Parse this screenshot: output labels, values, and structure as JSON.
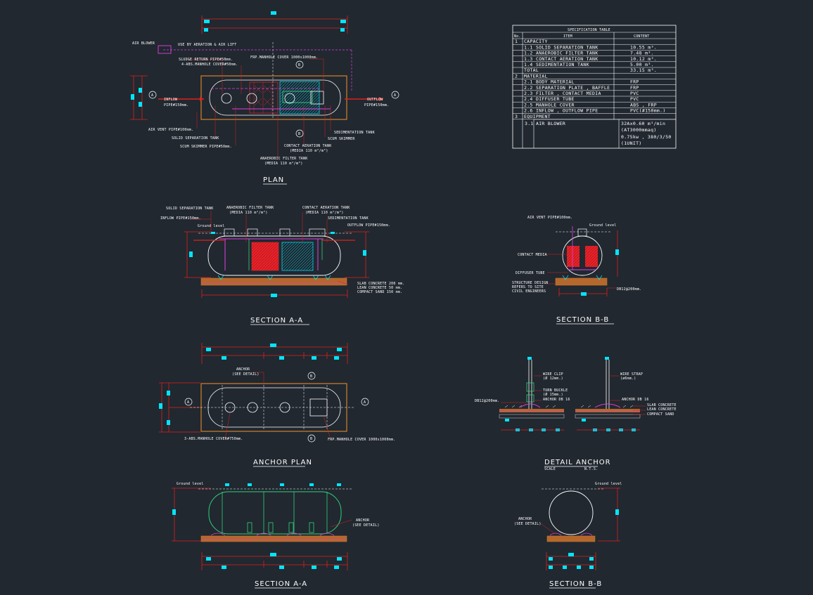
{
  "colors": {
    "background": "#212830",
    "dimension": "#e0201c",
    "cyan": "#00e5ff",
    "tank_outline": "#c77a2a",
    "text": "#ffffff",
    "green": "#2fd17a",
    "magenta": "#e040e0",
    "concrete": "#b5672c",
    "fill_red": "#e8232b"
  },
  "plan": {
    "title": "PLAN",
    "labels": {
      "air_blower": "AIR BLOWER",
      "use_aeration": "USE BY AERATION & AIR LIFT",
      "sludge_return": "SLUDGE RETURN PIPE#50mm.",
      "abs_manhole": "4-ABS.MANHOLE COVER#50mm.",
      "frp_manhole": "FRP.MANHOLE COVER 1000x1000mm.",
      "inflow": "INFLOW",
      "inflow_pipe": "PIPE#150mm.",
      "outflow": "OUTFLOW",
      "outflow_pipe": "PIPE#150mm.",
      "air_vent": "AIR VENT PIPE#100mm.",
      "solid_sep": "SOLID SEPARATION TANK",
      "scum_skimmer_pipe": "SCUM SKIMMER PIPE#50mm.",
      "contact_aeration": "CONTACT AERATION TANK",
      "contact_media": "(MEDIA 110 m²/m³)",
      "sedimentation": "SEDIMENTATION TANK",
      "scum_skimmer": "SCUM SKIMMER",
      "anaerobic": "ANAEROBIC FILTER TANK",
      "anaerobic_media": "(MEDIA 110 m²/m³)",
      "marker_a": "A",
      "marker_b": "B"
    }
  },
  "spec_table": {
    "title": "SPECIFICATION TABLE",
    "headers": [
      "No.",
      "ITEM",
      "CONTENT"
    ],
    "rows": [
      {
        "no": "1",
        "sub": "",
        "item": "CAPACITY",
        "content": ""
      },
      {
        "no": "",
        "sub": "1.1",
        "item": "SOLID SEPARATION TANK",
        "content": "10.55   m³."
      },
      {
        "no": "",
        "sub": "1.2",
        "item": "ANAEROBIC FILTER TANK",
        "content": "7.48   m³."
      },
      {
        "no": "",
        "sub": "1.3",
        "item": "CONTACT AERATION TANK",
        "content": "10.12   m³."
      },
      {
        "no": "",
        "sub": "1.4",
        "item": "SEDIMENTATION TANK",
        "content": "5.00   m³."
      },
      {
        "no": "",
        "sub": "",
        "item": "TOTAL",
        "content": "33.15   m³."
      },
      {
        "no": "2",
        "sub": "",
        "item": "MATERIAL",
        "content": ""
      },
      {
        "no": "",
        "sub": "2.1",
        "item": "BODY MATERIAL",
        "content": "FRP"
      },
      {
        "no": "",
        "sub": "2.2",
        "item": "SEPARATION PLATE , BAFFLE",
        "content": "FRP"
      },
      {
        "no": "",
        "sub": "2.3",
        "item": "FILTER , CONTACT MEDIA",
        "content": "PVC"
      },
      {
        "no": "",
        "sub": "2.4",
        "item": "DIFFUSER TUBE",
        "content": "PVC"
      },
      {
        "no": "",
        "sub": "2.5",
        "item": "MANHOLE COVER",
        "content": "ABS , FRP"
      },
      {
        "no": "",
        "sub": "2.6",
        "item": "INFLOW , OUTFLOW PIPE",
        "content": "PVC(#150mm.)"
      },
      {
        "no": "3",
        "sub": "",
        "item": "EQUIPMENT",
        "content": ""
      }
    ],
    "equipment": {
      "sub": "3.1",
      "item": "AIR BLOWER",
      "lines": [
        "32Ax0.60 m³/min",
        "(AT3000mmaq)",
        "0.75kw , 380/3/50",
        "(1UNIT)"
      ]
    }
  },
  "section_aa": {
    "title": "SECTION  A-A",
    "labels": {
      "solid_sep": "SOLID SEPARATION TANK",
      "anaerobic": "ANAEROBIC FILTER TANK",
      "anaerobic_media": "(MEDIA 110 m²/m³)",
      "contact_aeration": "CONTACT AERATION TANK",
      "contact_media": "(MEDIA 110 m²/m³)",
      "sedimentation": "SEDIMENTATION TANK",
      "inflow_pipe": "INFLOW PIPE#150mm.",
      "outflow_pipe": "OUTFLOW PIPE#150mm.",
      "ground_level": "Ground level",
      "slab": "SLAB CONCRETE 200 mm.",
      "lean": "LEAN CONCRETE   50 mm.",
      "sand": "COMPACT SAND   150 mm."
    }
  },
  "section_bb": {
    "title": "SECTION  B-B",
    "labels": {
      "air_vent": "AIR VENT PIPE#100mm.",
      "ground_level": "Ground level",
      "contact_media": "CONTACT MEDIA",
      "diffuser": "DIFFUSER TUBE",
      "structure1": "STRUCTURE DESIGN",
      "structure2": "REFERS TO SITE",
      "structure3": "CIVIL ENGINEERS",
      "db12": "DB12@200mm."
    }
  },
  "anchor_plan": {
    "title": "ANCHOR  PLAN",
    "labels": {
      "anchor": "ANCHOR",
      "see_detail": "(SEE DETAIL)",
      "abs_manhole": "3-ABS.MANHOLE COVER#750mm.",
      "frp_manhole": "FRP.MANHOLE COVER 1000x1000mm.",
      "marker_a": "A",
      "marker_b": "B"
    }
  },
  "detail_anchor": {
    "title": "DETAIL  ANCHOR",
    "scale_label": "SCALE",
    "scale_value": "N.T.S.",
    "labels": {
      "wire_clip": "WIRE CLIP",
      "wire_clip_sub": "(Ø 12mm.)",
      "turn_buckle": "TURN BUCKLE",
      "turn_buckle_sub": "(Ø 15mm.)",
      "anchor_db16_left": "ANCHOR DB 16",
      "db12": "DB12@200mm.",
      "wire_strap": "WIRE STRAP",
      "wire_strap_sub": "(ø6mm.)",
      "anchor_db16_right": "ANCHOR DB 16",
      "slab": "SLAB CONCRETE",
      "lean": "LEAN CONCRETE",
      "sand": "COMPACT SAND"
    }
  },
  "section_aa2": {
    "title": "SECTION  A-A",
    "labels": {
      "ground_level": "Ground level",
      "anchor": "ANCHOR",
      "see_detail": "(SEE DETAIL)"
    }
  },
  "section_bb2": {
    "title": "SECTION  B-B",
    "labels": {
      "ground_level": "Ground level",
      "anchor": "ANCHOR",
      "see_detail": "(SEE DETAIL)"
    }
  }
}
